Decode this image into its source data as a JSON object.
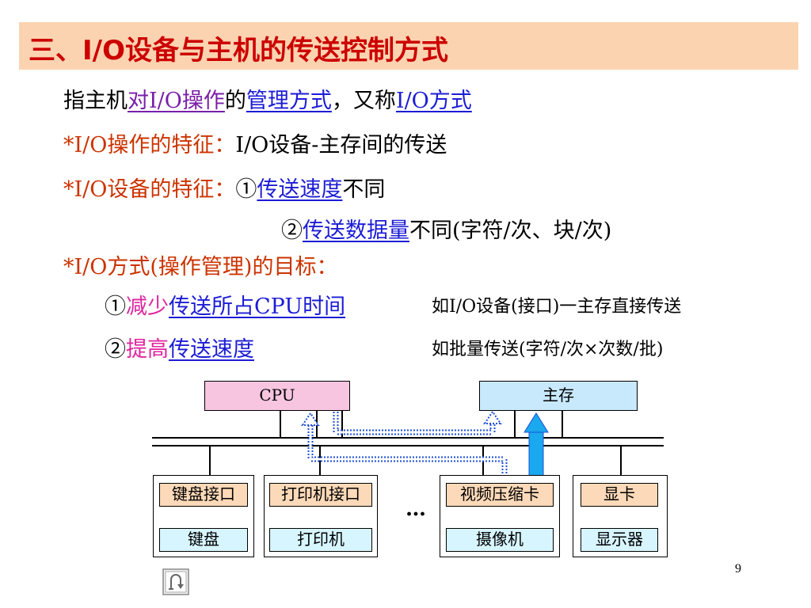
{
  "title": "三、I/O设备与主机的传送控制方式",
  "line1": {
    "p1": "指主机",
    "l1": "对I/O操作",
    "p2": "的",
    "l2": "管理方式",
    "p3": "，又称",
    "l3": "I/O方式"
  },
  "line2": {
    "label": "*I/O操作的特征：",
    "text": "I/O设备-主存间的传送"
  },
  "line3": {
    "label": "*I/O设备的特征：",
    "num": "①",
    "link": "传送速度",
    "text": "不同"
  },
  "line4": {
    "num": "②",
    "link": "传送数据量",
    "text": "不同(字符/次、块/次)"
  },
  "line5": {
    "label": "*I/O方式(操作管理)的目标："
  },
  "goal1": {
    "num": "①",
    "red": "减少",
    "link": "传送所占CPU时间",
    "note": "如I/O设备(接口)一主存直接传送"
  },
  "goal2": {
    "num": "②",
    "red": "提高",
    "link": "传送速度",
    "note": "如批量传送(字符/次×次数/批)"
  },
  "diagram": {
    "cpu": "CPU",
    "memory": "主存",
    "ellipsis": "…",
    "interfaces": [
      "键盘接口",
      "打印机接口",
      "视频压缩卡",
      "显卡"
    ],
    "devices": [
      "键盘",
      "打印机",
      "摄像机",
      "显示器"
    ],
    "colors": {
      "cpu": "#f7c5e0",
      "memory": "#c8e8fb",
      "interface": "#fcd9b8",
      "device": "#d7f5ff",
      "arrow_solid": "#1aa8ee",
      "arrow_dotted": "#1c4fd6"
    }
  },
  "page_number": "9",
  "nav_icon": "return-arrow-icon"
}
